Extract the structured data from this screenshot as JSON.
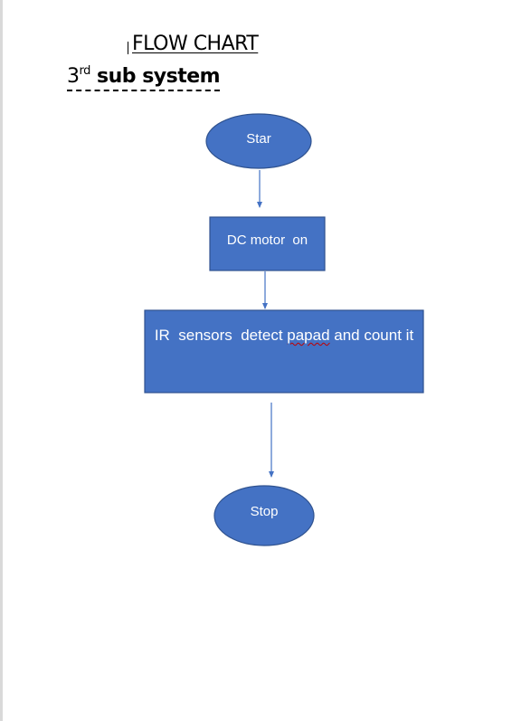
{
  "document": {
    "title": "FLOW CHART",
    "subtitle_number": "3",
    "subtitle_superscript": "rd",
    "subtitle_text": " sub system"
  },
  "flowchart": {
    "colors": {
      "shape_fill": "#4472c4",
      "shape_border": "#2f528f",
      "connector": "#4472c4",
      "label_text": "#ffffff"
    },
    "nodes": {
      "start": {
        "shape": "ellipse",
        "label": "Star"
      },
      "motor": {
        "shape": "rectangle",
        "label": "DC motor  on"
      },
      "sensors": {
        "shape": "rectangle",
        "label_before": "IR  sensors  detect ",
        "label_flagged": "papad",
        "label_after": " and count it"
      },
      "stop": {
        "shape": "ellipse",
        "label": "Stop"
      }
    },
    "connectors": [
      {
        "from": "start",
        "to": "motor"
      },
      {
        "from": "motor",
        "to": "sensors"
      },
      {
        "from": "sensors",
        "to": "stop"
      }
    ]
  }
}
